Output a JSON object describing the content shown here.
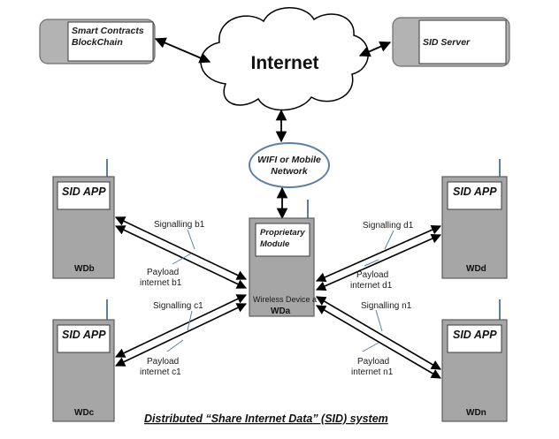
{
  "internet": {
    "label": "Internet"
  },
  "smart_contracts": {
    "line1": "Smart Contracts",
    "line2": "BlockChain"
  },
  "sid_server": {
    "label": "SID Server"
  },
  "network": {
    "line1": "WIFI or Mobile",
    "line2": "Network"
  },
  "wda": {
    "module_line1": "Proprietary",
    "module_line2": "Module",
    "device_label": "Wireless Device a",
    "name": "WDa"
  },
  "devices": [
    {
      "key": "wdb",
      "app": "SID APP",
      "name": "WDb"
    },
    {
      "key": "wdc",
      "app": "SID APP",
      "name": "WDc"
    },
    {
      "key": "wdd",
      "app": "SID APP",
      "name": "WDd"
    },
    {
      "key": "wdn",
      "app": "SID APP",
      "name": "WDn"
    }
  ],
  "links": {
    "b": {
      "signalling": "Signalling b1",
      "payload_line1": "Payload",
      "payload_line2": "internet b1"
    },
    "c": {
      "signalling": "Signalling c1",
      "payload_line1": "Payload",
      "payload_line2": "internet c1"
    },
    "d": {
      "signalling": "Signalling d1",
      "payload_line1": "Payload",
      "payload_line2": "internet d1"
    },
    "n": {
      "signalling": "Signalling n1",
      "payload_line1": "Payload",
      "payload_line2": "internet n1"
    }
  },
  "caption": "Distributed “Share Internet Data” (SID) system"
}
